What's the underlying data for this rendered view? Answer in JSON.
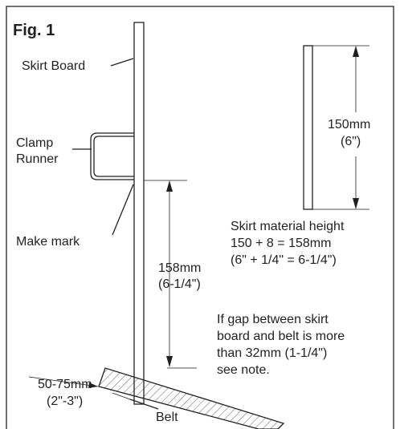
{
  "figure": {
    "title": "Fig. 1",
    "labels": {
      "skirt_board": "Skirt Board",
      "clamp": "Clamp",
      "runner": "Runner",
      "make_mark": "Make mark",
      "dim_150_mm": "150mm",
      "dim_150_in": "(6\")",
      "height_title": "Skirt material height",
      "height_metric": "150 + 8 = 158mm",
      "height_imperial": "(6\" + 1/4\" = 6-1/4\")",
      "dim_158_mm": "158mm",
      "dim_158_in": "(6-1/4\")",
      "note_1": "If gap between skirt",
      "note_2": "board and belt is more",
      "note_3": "than 32mm (1-1/4\")",
      "note_4": "see note.",
      "gap_mm": "50-75mm",
      "gap_in": "(2\"-3\")",
      "belt": "Belt"
    }
  },
  "colors": {
    "line": "#231f20",
    "background": "#ffffff"
  }
}
